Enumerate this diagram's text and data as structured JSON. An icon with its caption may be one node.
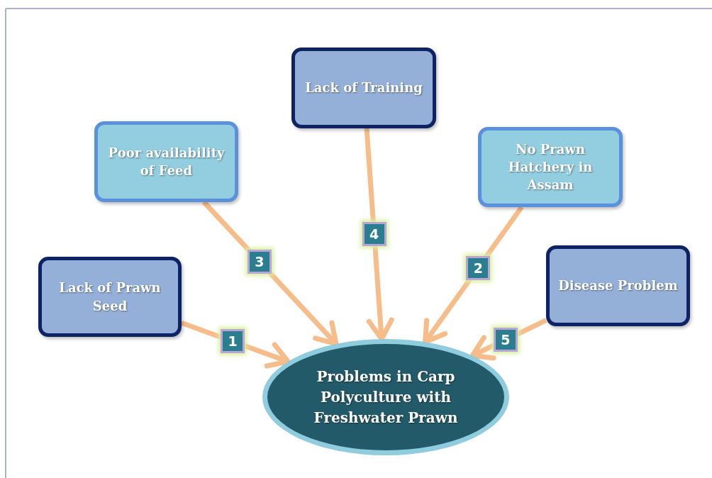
{
  "diagram": {
    "nodes": [
      {
        "text": [
          "Lack of Prawn Seed"
        ]
      },
      {
        "text": [
          "Poor availability of Feed"
        ]
      },
      {
        "text": [
          "Lack of Training"
        ]
      },
      {
        "text": [
          "No Prawn Hatchery in Assam"
        ]
      },
      {
        "text": [
          "Disease Problem"
        ]
      },
      {
        "text": [
          "Problems in Carp Polyculture with Freshwater Prawn"
        ]
      }
    ],
    "edges": [
      {
        "from": 0,
        "to": 5,
        "arrow": "to",
        "label": "1"
      },
      {
        "from": 3,
        "to": 5,
        "arrow": "to",
        "label": "2"
      },
      {
        "from": 1,
        "to": 5,
        "arrow": "to",
        "label": "3"
      },
      {
        "from": 2,
        "to": 5,
        "arrow": "to",
        "label": "4"
      },
      {
        "from": 4,
        "to": 5,
        "arrow": "to",
        "label": "5"
      }
    ]
  }
}
